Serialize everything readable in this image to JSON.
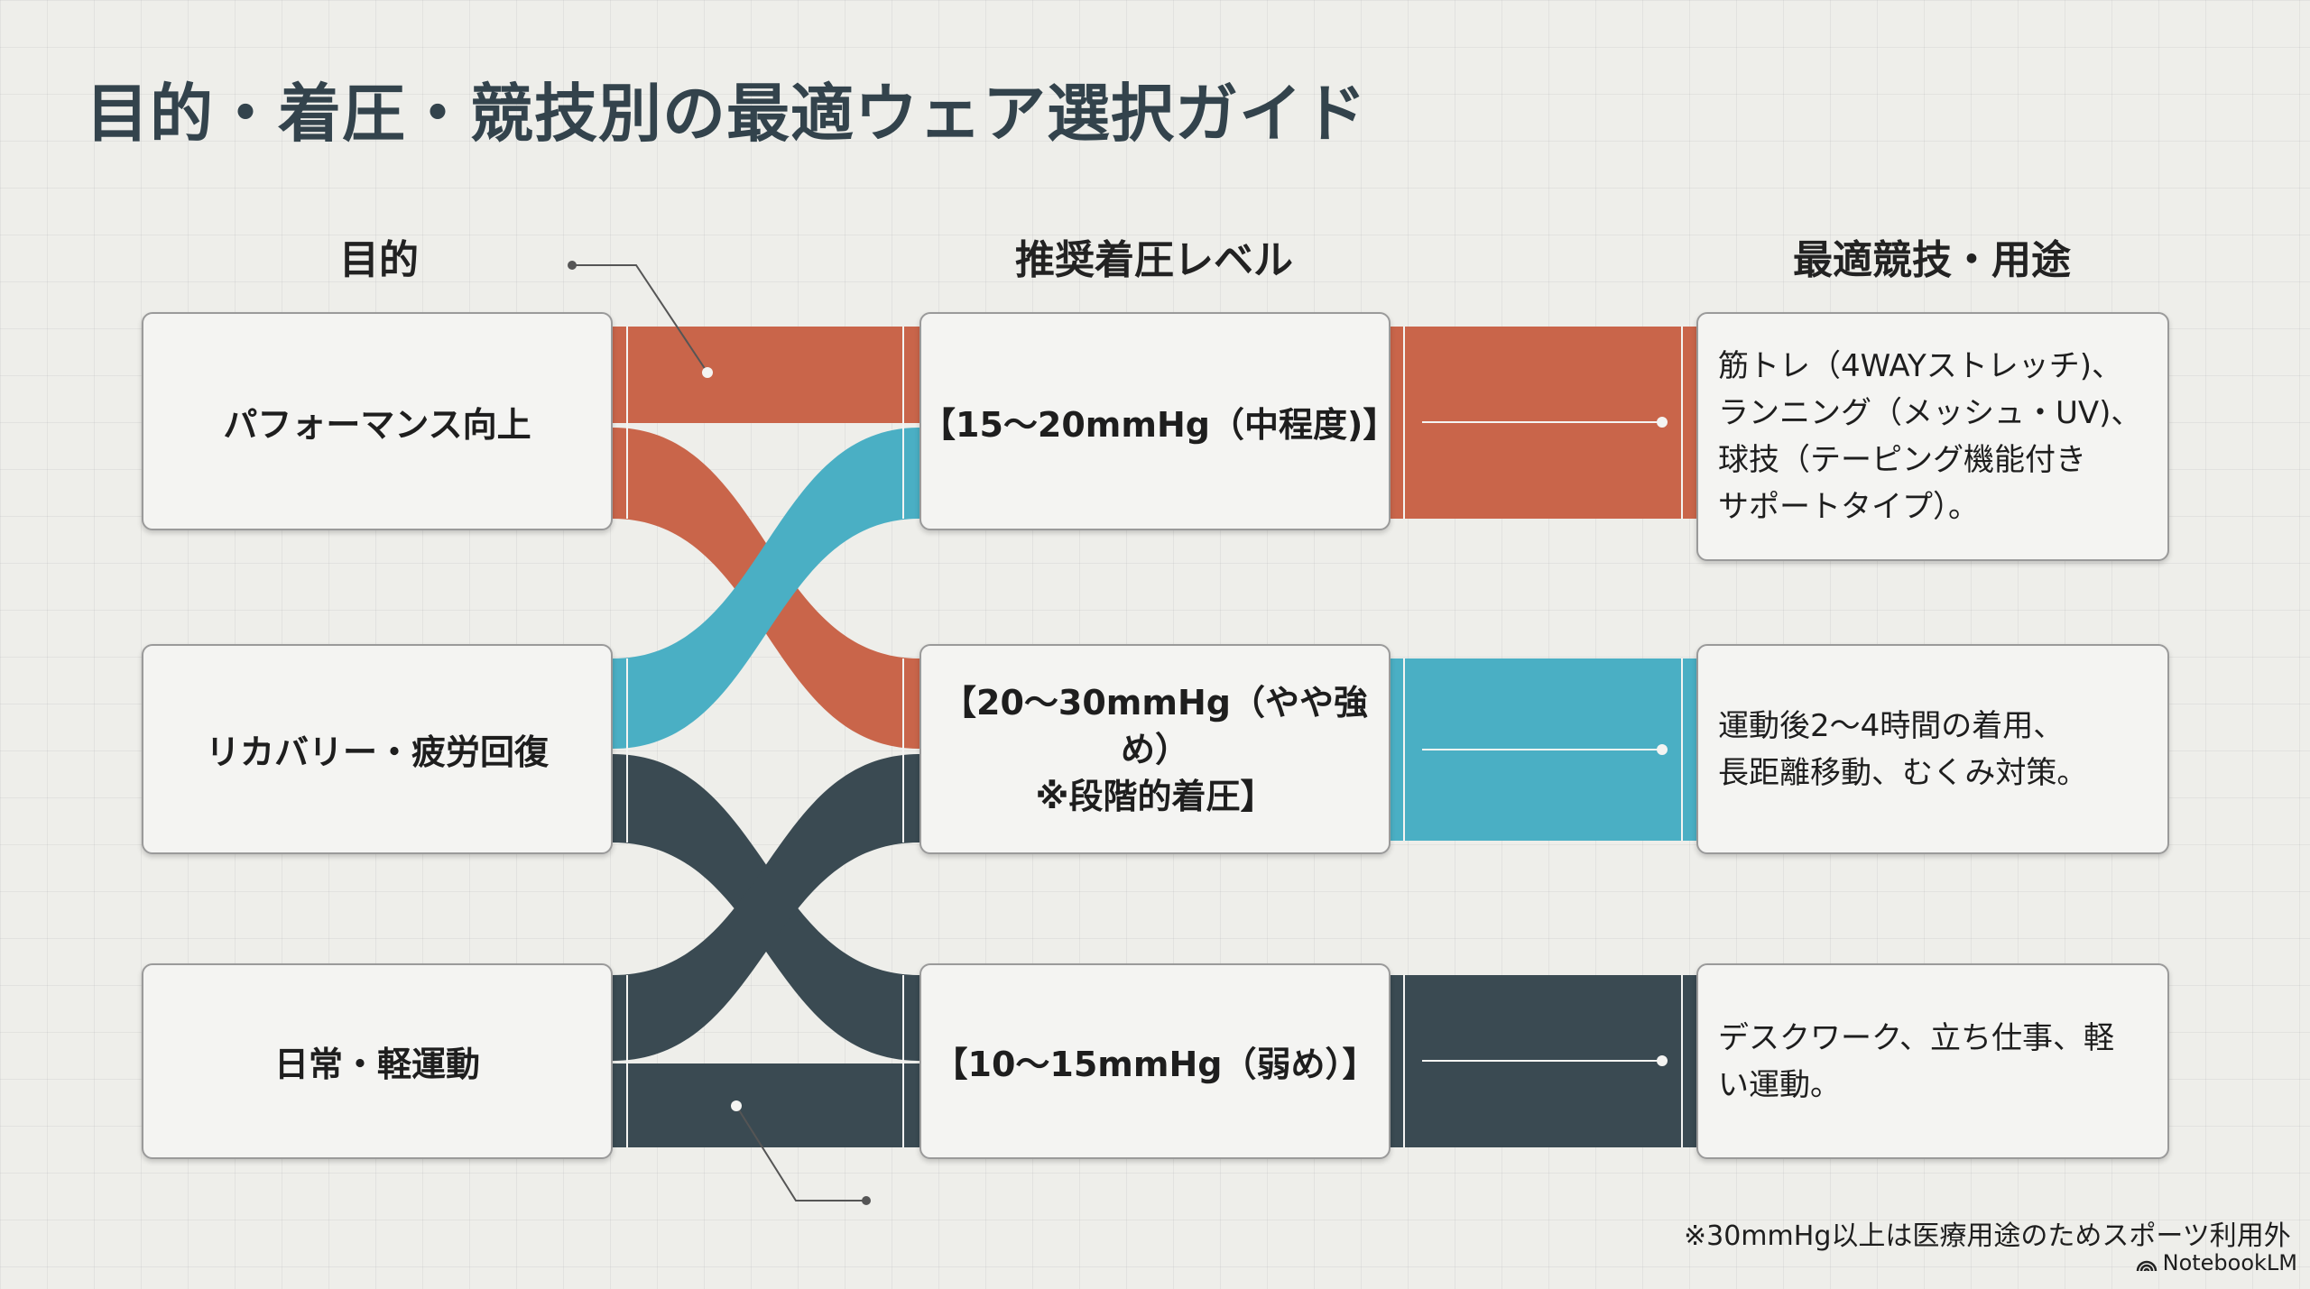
{
  "title": "目的・着圧・競技別の最適ウェア選択ガイド",
  "columns": [
    "目的",
    "推奨着圧レベル",
    "最適競技・用途"
  ],
  "purposes": [
    "パフォーマンス向上",
    "リカバリー・疲労回復",
    "日常・軽運動"
  ],
  "levels": [
    "【15〜20mmHg（中程度)】",
    "【20〜30mmHg（やや強め）",
    "※段階的着圧】",
    "【10〜15mmHg（弱め）】"
  ],
  "uses": [
    [
      "筋トレ（4WAYストレッチ)、",
      "ランニング（メッシュ・UV)、",
      "球技（テーピング機能付き",
      "サポートタイプ）。"
    ],
    [
      "運動後2〜4時間の着用、",
      "長距離移動、むくみ対策。"
    ],
    [
      "デスクワーク、立ち仕事、軽",
      "い運動。"
    ]
  ],
  "footnote": "※30mmHg以上は医療用途のためスポーツ利用外",
  "brand": "NotebookLM",
  "colors": {
    "performance": "#c9654a",
    "recovery": "#4aafc4",
    "daily": "#3a4a52"
  }
}
